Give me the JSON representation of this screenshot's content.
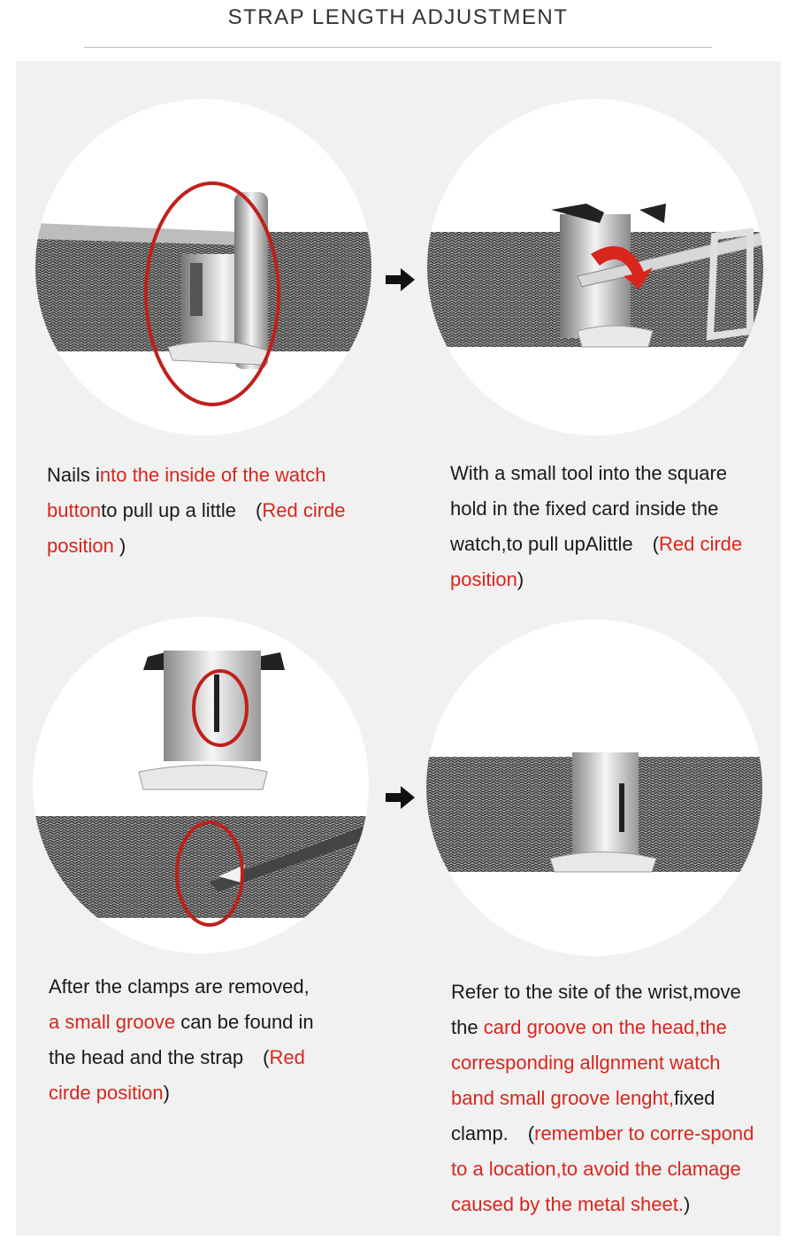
{
  "header": {
    "title": "STRAP LENGTH ADJUSTMENT"
  },
  "colors": {
    "accent_red": "#d8261d",
    "panel_bg": "#f1f1f1",
    "text": "#1a1a1a"
  },
  "icons": {
    "next_step_arrow": "arrow-right-icon"
  },
  "steps": [
    {
      "image": "watch-strap-clasp-photo",
      "caption_lines": [
        {
          "a": "Nails i",
          "b": "nto the inside of the watch",
          "c": ""
        },
        {
          "a": "",
          "b": "button",
          "c": "to pull up a little　(",
          "d": "Red cirde"
        },
        {
          "a": "",
          "b": "position",
          "c": " )"
        }
      ]
    },
    {
      "image": "watch-strap-tool-photo",
      "caption_lines": [
        {
          "a": "With a small tool into the square"
        },
        {
          "a": " hold in the fixed card inside the"
        },
        {
          "a": "watch,to pull upAlittle　(",
          "b": "Red cirde"
        },
        {
          "b": "position",
          "c": ")"
        }
      ]
    },
    {
      "image": "clasp-removed-photo",
      "caption_lines": [
        {
          "a": "After the clamps are removed,"
        },
        {
          "b": "a small groove",
          "c": " can be found in"
        },
        {
          "a": " the head and the strap　(",
          "b": "Red"
        },
        {
          "b": "cirde position",
          "c": ")"
        }
      ]
    },
    {
      "image": "clasp-refit-photo",
      "caption_lines": [
        {
          "a": "Refer to the site of the wrist,move"
        },
        {
          "a": "the ",
          "b": "card groove on the head,the"
        },
        {
          "b": "corresponding allgnment watch"
        },
        {
          "b": " band small groove lenght,",
          "c": "fixed"
        },
        {
          "a": "clamp.　(",
          "b": "remember to corre-spond"
        },
        {
          "b": " to a location,to avoid the clamage"
        },
        {
          "b": "caused by the metal sheet.",
          "c": ")"
        }
      ]
    }
  ]
}
